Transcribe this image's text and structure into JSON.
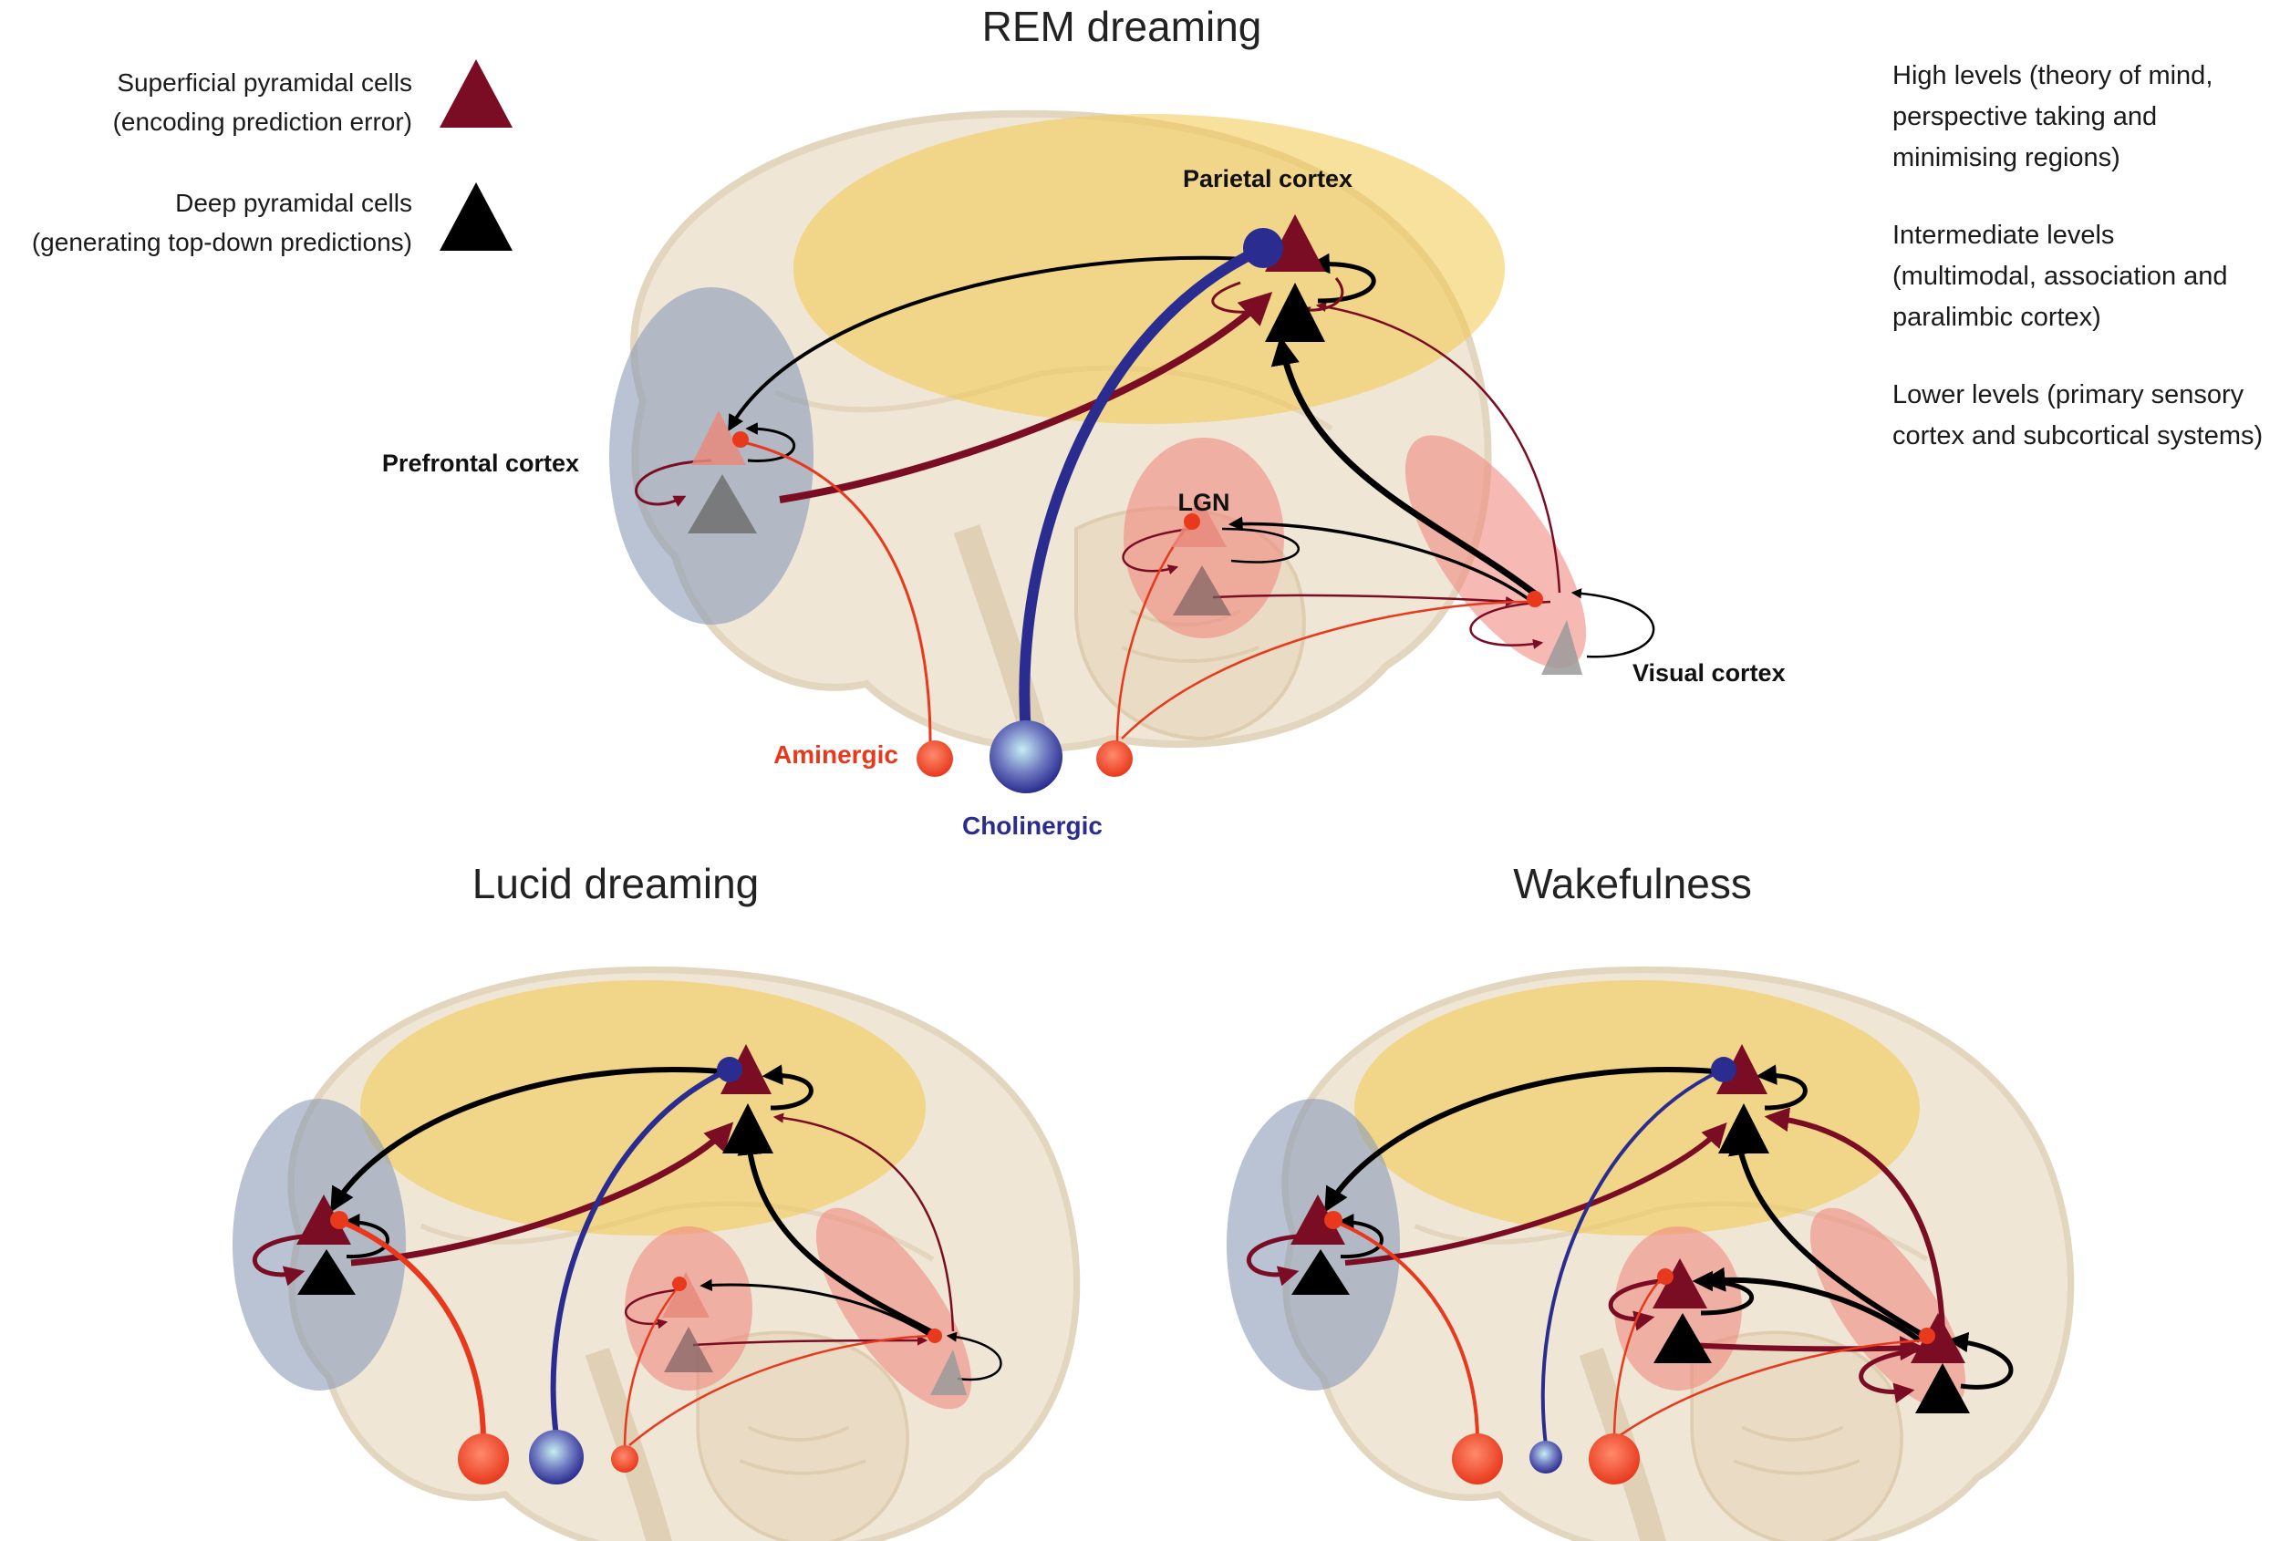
{
  "panels": {
    "rem_title": "REM dreaming",
    "lucid_title": "Lucid dreaming",
    "wake_title": "Wakefulness"
  },
  "legend": {
    "superficial_line1": "Superficial pyramidal cells",
    "superficial_line2": "(encoding prediction error)",
    "deep_line1": "Deep pyramidal cells",
    "deep_line2": "(generating top-down predictions)"
  },
  "levels": {
    "high_line1": "High levels (theory of mind,",
    "high_line2": "perspective taking and",
    "high_line3": "minimising regions)",
    "intermediate_line1": "Intermediate levels",
    "intermediate_line2": "(multimodal, association and",
    "intermediate_line3": "paralimbic cortex)",
    "lower_line1": "Lower levels (primary sensory",
    "lower_line2": "cortex and subcortical systems)"
  },
  "regions": {
    "parietal": "Parietal cortex",
    "prefrontal": "Prefrontal cortex",
    "lgn": "LGN",
    "visual": "Visual cortex"
  },
  "neuromodulators": {
    "aminergic": "Aminergic",
    "cholinergic": "Cholinergic"
  },
  "colors": {
    "superficial": "#7a0d24",
    "deep": "#000000",
    "aminergic": "#e8391d",
    "cholinergic": "#2a2d8f",
    "high_region": "#f2c94c",
    "prefrontal_region": "#8a9bb8",
    "lower_region": "#f08a80"
  }
}
